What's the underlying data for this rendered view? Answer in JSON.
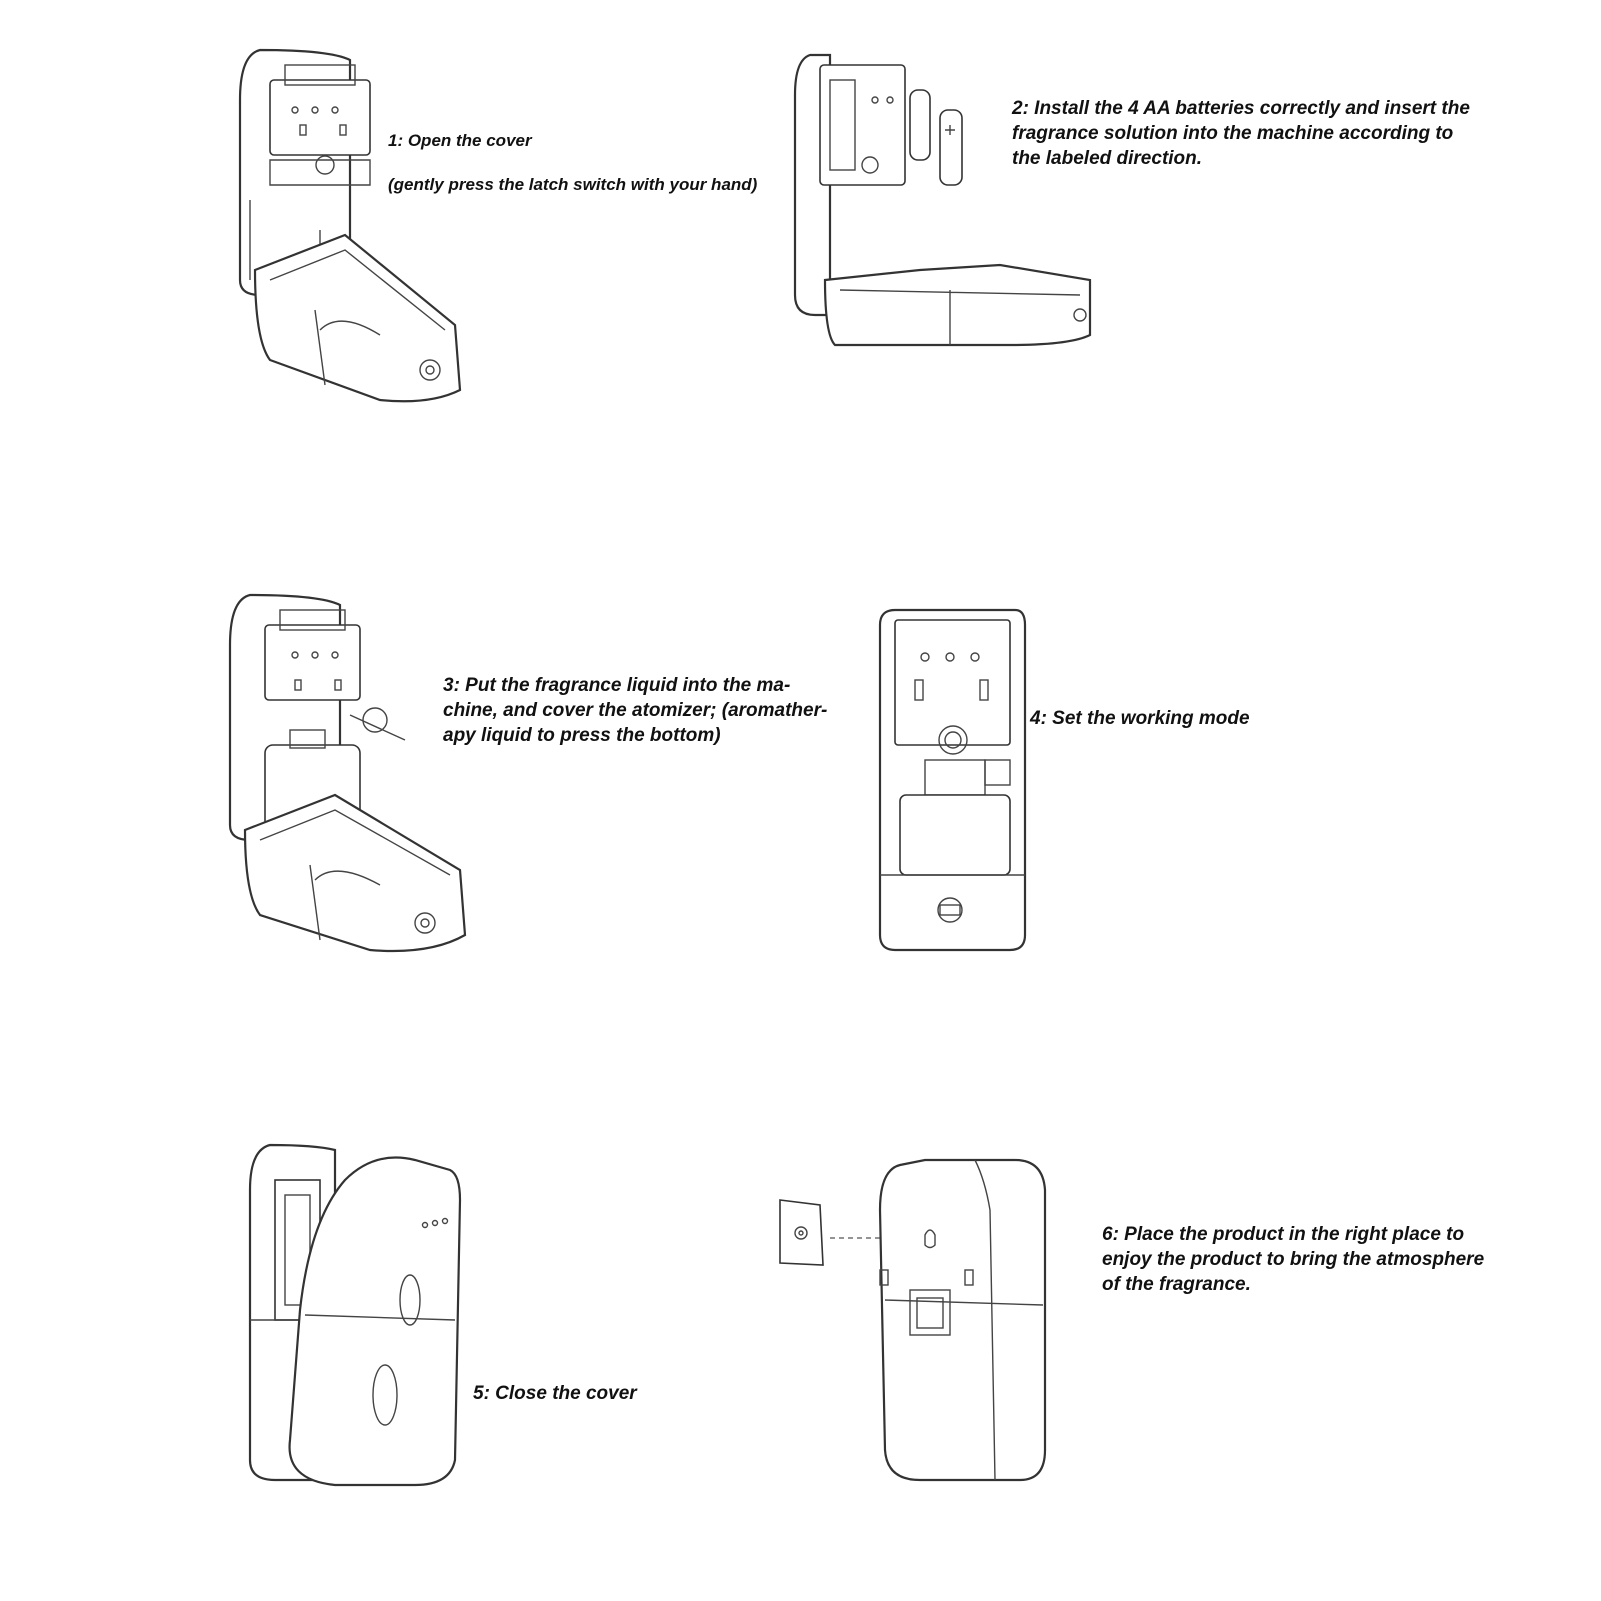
{
  "steps": [
    {
      "id": 1,
      "line1": "1: Open the cover",
      "line2": "(gently press the latch switch with your hand)"
    },
    {
      "id": 2,
      "text": "2: Install the 4 AA batteries correctly and insert the\nfragrance solution into the machine according to\nthe labeled direction."
    },
    {
      "id": 3,
      "text": "3: Put the fragrance liquid into the ma-\nchine, and cover the atomizer; (aromather-\napy liquid to press the bottom)"
    },
    {
      "id": 4,
      "text": "4: Set the working mode"
    },
    {
      "id": 5,
      "text": "5: Close the cover"
    },
    {
      "id": 6,
      "text": "6: Place the product in the right place to\nenjoy the product to bring the atmosphere\nof the fragrance."
    }
  ]
}
